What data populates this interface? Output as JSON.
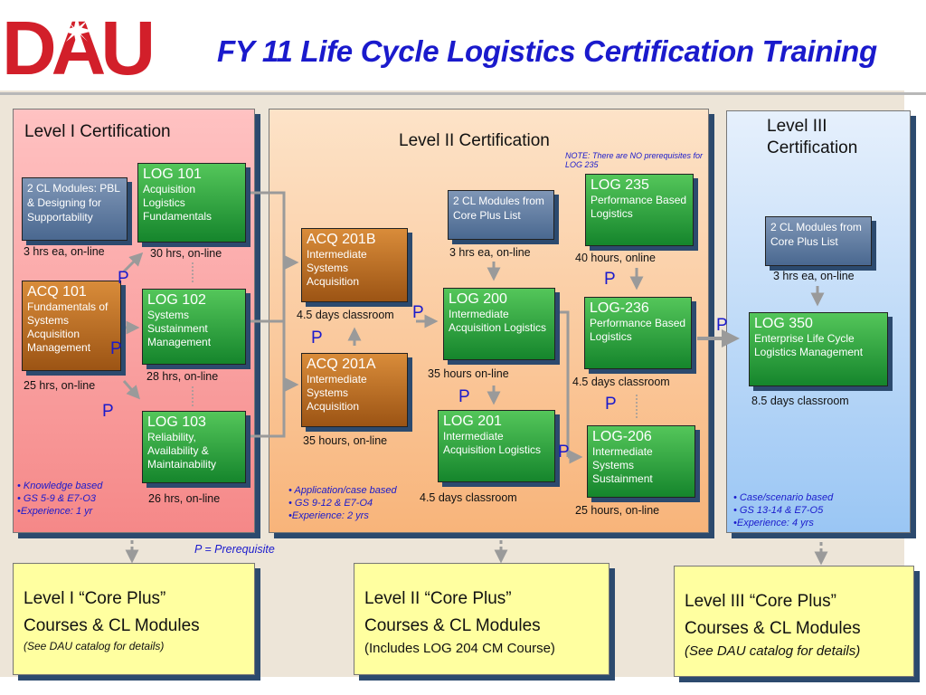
{
  "header": {
    "logo_text": "DAU",
    "title": "FY 11 Life Cycle Logistics Certification Training"
  },
  "colors": {
    "title_blue": "#1a1acc",
    "logo_red": "#d21f2a",
    "course_green": "#15852c",
    "course_brown": "#9c5414",
    "module_blue": "#4a6890",
    "core_yellow": "#ffffa0"
  },
  "level1": {
    "title": "Level I  Certification",
    "modules": {
      "text": "2 CL Modules: PBL & Designing for Supportability",
      "duration": "3 hrs ea, on-line"
    },
    "log101": {
      "code": "LOG 101",
      "name": "Acquisition Logistics Fundamentals",
      "duration": "30  hrs, on-line"
    },
    "acq101": {
      "code": "ACQ 101",
      "name": "Fundamentals of Systems Acquisition Management",
      "duration": "25  hrs, on-line"
    },
    "log102": {
      "code": "LOG 102",
      "name": "Systems Sustainment Management",
      "duration": "28  hrs, on-line"
    },
    "log103": {
      "code": "LOG 103",
      "name": "Reliability, Availability & Maintainability",
      "duration": "26  hrs, on-line"
    },
    "criteria": [
      "• Knowledge based",
      "• GS 5-9 &  E7-O3",
      "•Experience: 1 yr"
    ]
  },
  "level2": {
    "title": "Level II Certification",
    "note": "NOTE: There are NO prerequisites for LOG 235",
    "acq201b": {
      "code": "ACQ 201B",
      "name": "Intermediate Systems Acquisition",
      "duration": "4.5 days classroom"
    },
    "acq201a": {
      "code": "ACQ 201A",
      "name": "Intermediate Systems Acquisition",
      "duration": "35 hours, on-line"
    },
    "modules": {
      "text": "2 CL Modules from Core Plus List",
      "duration": "3 hrs ea, on-line"
    },
    "log200": {
      "code": "LOG 200",
      "name": "Intermediate Acquisition Logistics",
      "duration": "35 hours on-line"
    },
    "log201": {
      "code": "LOG 201",
      "name": "Intermediate Acquisition Logistics",
      "duration": "4.5 days classroom"
    },
    "log235": {
      "code": "LOG 235",
      "name": "Performance Based Logistics",
      "duration": "40 hours, online"
    },
    "log236": {
      "code": "LOG-236",
      "name": "Performance Based Logistics",
      "duration": "4.5 days classroom"
    },
    "log206": {
      "code": "LOG-206",
      "name": "Intermediate Systems Sustainment",
      "duration": "25 hours, on-line"
    },
    "criteria": [
      "• Application/case based",
      "• GS 9-12 & E7-O4",
      "•Experience: 2 yrs"
    ]
  },
  "level3": {
    "title_line1": "Level III",
    "title_line2": "Certification",
    "modules": {
      "text": "2 CL Modules from Core Plus List",
      "duration": "3 hrs ea, on-line"
    },
    "log350": {
      "code": "LOG 350",
      "name": "Enterprise Life Cycle Logistics Management",
      "duration": "8.5 days classroom"
    },
    "criteria": [
      "• Case/scenario based",
      "• GS 13-14 &  E7-O5",
      "•Experience: 4 yrs"
    ]
  },
  "prereq_mark": "P",
  "legend": "P = Prerequisite",
  "core_plus": [
    {
      "line1": "Level I “Core Plus”",
      "line2": "Courses & CL Modules",
      "sub": "(See DAU catalog for details)"
    },
    {
      "line1": "Level II “Core Plus”",
      "line2": "Courses & CL Modules",
      "sub": "(Includes LOG 204 CM Course)"
    },
    {
      "line1": "Level III “Core Plus”",
      "line2": "Courses & CL Modules",
      "sub": "(See DAU catalog for details)"
    }
  ]
}
